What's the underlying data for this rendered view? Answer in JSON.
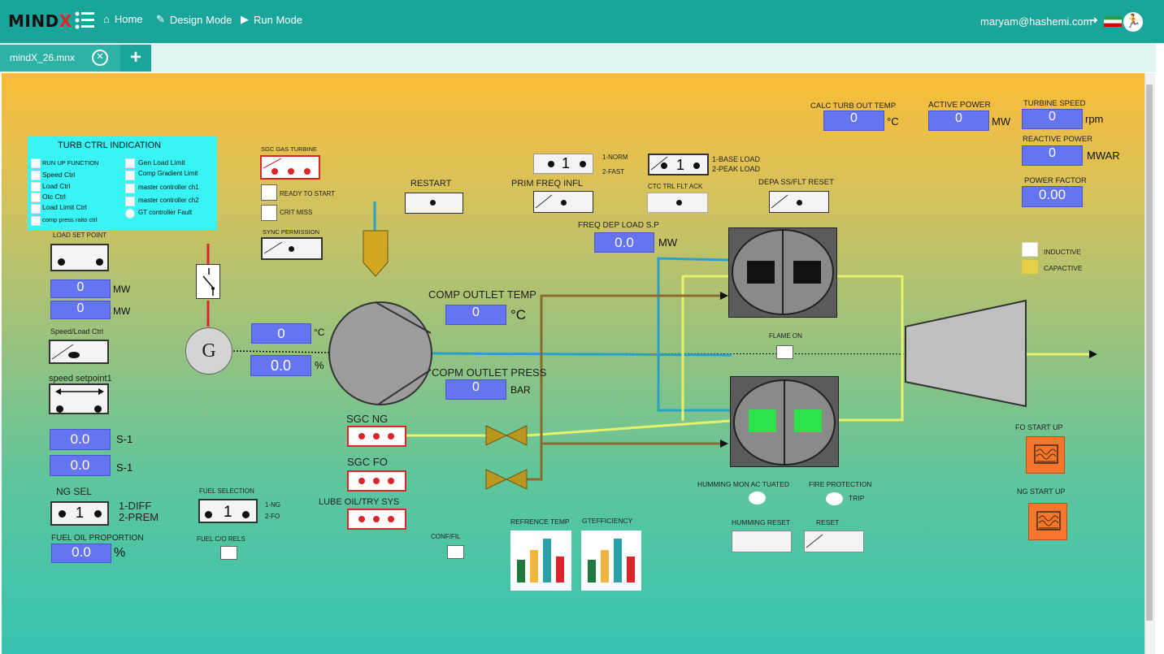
{
  "header": {
    "brand_main": "MIND",
    "brand_x": "X",
    "nav": {
      "home": "Home",
      "design": "Design Mode",
      "run": "Run Mode"
    },
    "user_email": "maryam@hashemi.com",
    "icons": [
      "menu-icon",
      "home-icon",
      "design-mode-icon",
      "run-mode-icon",
      "logout-icon",
      "flag-iran-icon",
      "runner-icon"
    ],
    "bg_color": "#1aa59b"
  },
  "tabs": [
    {
      "label": "mindX_26.mnx"
    }
  ],
  "add_tab_label": "+",
  "turb_ctrl": {
    "title": "TURB CTRL INDICATION",
    "left_items": [
      "RUN UP FUNCTION",
      "Speed Ctrl",
      "Load Ctrl",
      "Otc Ctrl",
      "Load Limit Ctrl",
      "comp press raito ctrl"
    ],
    "right_items": [
      "Gen Load Limit",
      "Comp Gradient Limit",
      "master controller ch1",
      "master controller ch2",
      "GT controller Fault"
    ]
  },
  "left": {
    "load_set_point": "LOAD SET POINT",
    "mw_value_1": "0",
    "mw_value_2": "0",
    "mw_unit": "MW",
    "speed_load_ctrl": "Speed/Load Ctrl",
    "speed_setpoint1": "speed setpoint1",
    "s_value_1": "0.0",
    "s_value_2": "0.0",
    "s_unit": "S-1",
    "ng_sel": "NG SEL",
    "ng_sel_value": "1",
    "ng_sel_opt1": "1-DIFF",
    "ng_sel_opt2": "2-PREM",
    "fuel_oil_proportion": "FUEL OIL PROPORTION",
    "fuel_oil_value": "0.0",
    "fuel_oil_unit": "%"
  },
  "middle": {
    "sgc_gas_turbine": "SGC GAS TURBINE",
    "ready_to_start": "READY TO START",
    "crit_miss": "CRIT MISS",
    "sync_permission": "SYNC PERMISSION",
    "restart": "RESTART",
    "generator_label": "G",
    "temp_value": "0",
    "temp_unit": "°C",
    "pct_value": "0.0",
    "pct_unit": "%",
    "comp_outlet_temp": "COMP OUTLET TEMP",
    "comp_outlet_temp_value": "0",
    "comp_outlet_temp_unit": "°C",
    "copm_outlet_press": "COPM OUTLET PRESS",
    "copm_outlet_press_value": "0",
    "copm_outlet_press_unit": "BAR",
    "sgc_ng": "SGC NG",
    "sgc_fo": "SGC FO",
    "lube_oil": "LUBE OIL/TRY SYS",
    "fuel_selection": "FUEL SELECTION",
    "fuel_selection_value": "1",
    "fuel_opt1": "1-NG",
    "fuel_opt2": "2-FO",
    "fuel_co_rels": "FUEL C/O RELS",
    "conf_fil": "CONF/FIL",
    "refrence_temp": "REFRENCE TEMP",
    "gtefficiency": "GTEFFICIENCY"
  },
  "upper": {
    "prim_freq_value": "1",
    "prim_freq_opt1": "1-NORM",
    "prim_freq_opt2": "2-FAST",
    "prim_freq_infl": "PRIM FREQ INFL",
    "load_mode_value": "1",
    "load_mode_opt1": "1-BASE LOAD",
    "load_mode_opt2": "2-PEAK LOAD",
    "ctc_trl_flt_ack": "CTC TRL FLT ACK",
    "depa_reset": "DEPA SS/FLT RESET",
    "freq_dep_load": "FREQ DEP LOAD S.P",
    "freq_dep_value": "0.0",
    "freq_dep_unit": "MW"
  },
  "right": {
    "calc_turb_out_temp": "CALC TURB OUT TEMP",
    "calc_value": "0",
    "calc_unit": "°C",
    "active_power": "ACTIVE POWER",
    "active_value": "0",
    "active_unit": "MW",
    "turbine_speed": "TURBINE SPEED",
    "speed_value": "0",
    "speed_unit": "rpm",
    "reactive_power": "REACTIVE POWER",
    "reactive_value": "0",
    "reactive_unit": "MWAR",
    "power_factor": "POWER FACTOR",
    "pf_value": "0.00",
    "inductive": "INDUCTIVE",
    "capactive": "CAPACTIVE",
    "flame_on": "FLAME ON",
    "humming_mon": "HUMMING MON  AC TUATED",
    "fire_protection": "FIRE PROTECTION",
    "trip": "TRIP",
    "humming_reset": "HUMMING RESET",
    "reset": "RESET",
    "fo_start_up": "FO START UP",
    "ng_start_up": "NG START UP"
  },
  "colors": {
    "value_box": "#6574f0",
    "panel_cyan": "#38f4f4",
    "alarm_red": "#d9262a",
    "burner_green": "#2ee24a",
    "startup_orange": "#f7762b"
  }
}
